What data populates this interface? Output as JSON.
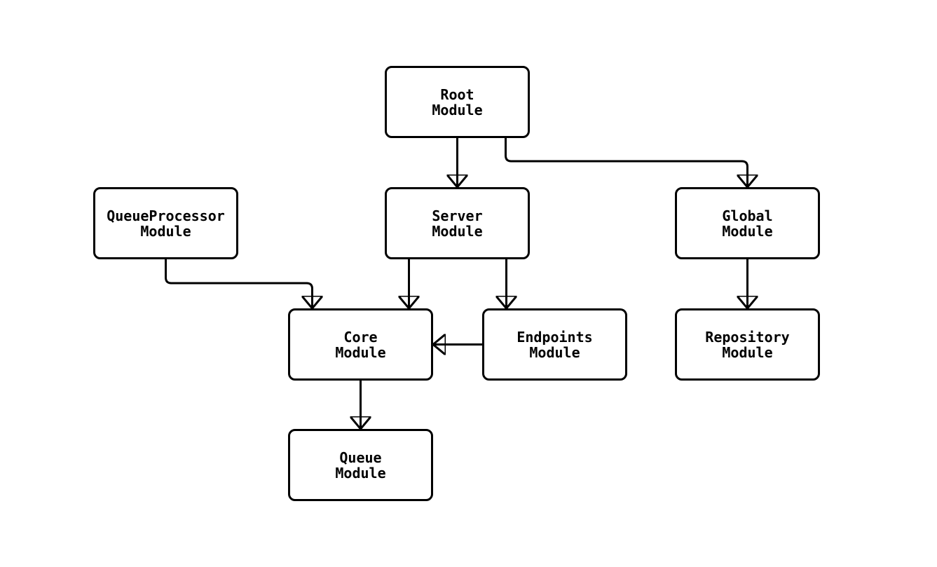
{
  "diagram": {
    "type": "module-dependency-flowchart",
    "direction": "top-down",
    "colors": {
      "background": "#ffffff",
      "node_fill": "#ffffff",
      "node_border": "#000000",
      "edge": "#000000",
      "text": "#000000"
    },
    "nodes": [
      {
        "id": "root",
        "label": "Root\nModule"
      },
      {
        "id": "queueprocessor",
        "label": "QueueProcessor\nModule"
      },
      {
        "id": "server",
        "label": "Server\nModule"
      },
      {
        "id": "global",
        "label": "Global\nModule"
      },
      {
        "id": "core",
        "label": "Core\nModule"
      },
      {
        "id": "endpoints",
        "label": "Endpoints\nModule"
      },
      {
        "id": "repository",
        "label": "Repository\nModule"
      },
      {
        "id": "queue",
        "label": "Queue\nModule"
      }
    ],
    "edges": [
      {
        "from": "root",
        "to": "server"
      },
      {
        "from": "root",
        "to": "global"
      },
      {
        "from": "queueprocessor",
        "to": "core"
      },
      {
        "from": "server",
        "to": "core"
      },
      {
        "from": "server",
        "to": "endpoints"
      },
      {
        "from": "endpoints",
        "to": "core"
      },
      {
        "from": "global",
        "to": "repository"
      },
      {
        "from": "core",
        "to": "queue"
      }
    ]
  }
}
